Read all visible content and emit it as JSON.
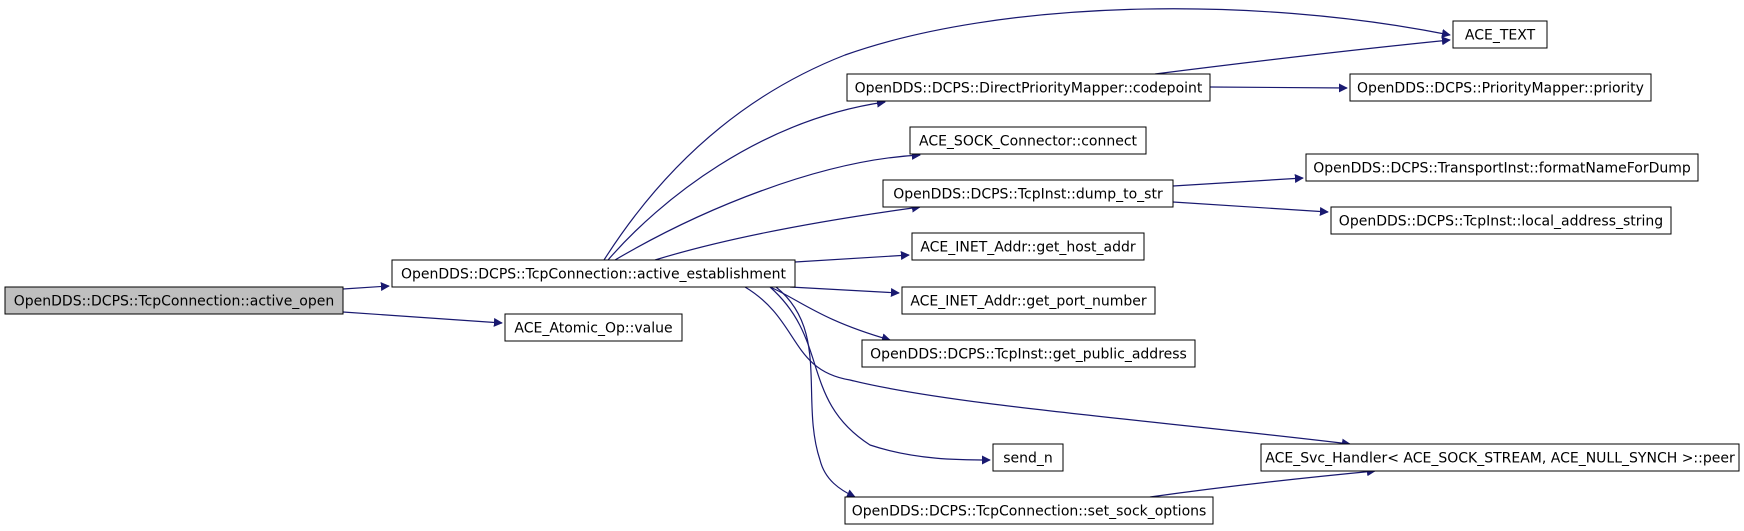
{
  "diagram": {
    "colors": {
      "root_fill": "#bfbfbf",
      "node_fill": "#ffffff",
      "border": "#000000",
      "edge": "#191970"
    },
    "nodes": [
      {
        "id": "active_open",
        "label": "OpenDDS::DCPS::TcpConnection::active_open",
        "highlighted": true
      },
      {
        "id": "active_establishment",
        "label": "OpenDDS::DCPS::TcpConnection::active_establishment"
      },
      {
        "id": "atomic_value",
        "label": "ACE_Atomic_Op::value"
      },
      {
        "id": "ace_text",
        "label": "ACE_TEXT"
      },
      {
        "id": "codepoint",
        "label": "OpenDDS::DCPS::DirectPriorityMapper::codepoint"
      },
      {
        "id": "priority",
        "label": "OpenDDS::DCPS::PriorityMapper::priority"
      },
      {
        "id": "connect",
        "label": "ACE_SOCK_Connector::connect"
      },
      {
        "id": "dump_to_str",
        "label": "OpenDDS::DCPS::TcpInst::dump_to_str"
      },
      {
        "id": "formatNameForDump",
        "label": "OpenDDS::DCPS::TransportInst::formatNameForDump"
      },
      {
        "id": "local_address_string",
        "label": "OpenDDS::DCPS::TcpInst::local_address_string"
      },
      {
        "id": "get_host_addr",
        "label": "ACE_INET_Addr::get_host_addr"
      },
      {
        "id": "get_port_number",
        "label": "ACE_INET_Addr::get_port_number"
      },
      {
        "id": "get_public_address",
        "label": "OpenDDS::DCPS::TcpInst::get_public_address"
      },
      {
        "id": "peer",
        "label": "ACE_Svc_Handler< ACE_SOCK_STREAM, ACE_NULL_SYNCH >::peer"
      },
      {
        "id": "send_n",
        "label": "send_n"
      },
      {
        "id": "set_sock_options",
        "label": "OpenDDS::DCPS::TcpConnection::set_sock_options"
      }
    ],
    "edges": [
      {
        "from": "active_open",
        "to": "active_establishment"
      },
      {
        "from": "active_open",
        "to": "atomic_value"
      },
      {
        "from": "active_establishment",
        "to": "ace_text"
      },
      {
        "from": "active_establishment",
        "to": "codepoint"
      },
      {
        "from": "active_establishment",
        "to": "connect"
      },
      {
        "from": "active_establishment",
        "to": "dump_to_str"
      },
      {
        "from": "active_establishment",
        "to": "get_host_addr"
      },
      {
        "from": "active_establishment",
        "to": "get_port_number"
      },
      {
        "from": "active_establishment",
        "to": "get_public_address"
      },
      {
        "from": "active_establishment",
        "to": "peer"
      },
      {
        "from": "active_establishment",
        "to": "send_n"
      },
      {
        "from": "active_establishment",
        "to": "set_sock_options"
      },
      {
        "from": "codepoint",
        "to": "ace_text"
      },
      {
        "from": "codepoint",
        "to": "priority"
      },
      {
        "from": "dump_to_str",
        "to": "formatNameForDump"
      },
      {
        "from": "dump_to_str",
        "to": "local_address_string"
      },
      {
        "from": "set_sock_options",
        "to": "peer"
      }
    ]
  }
}
